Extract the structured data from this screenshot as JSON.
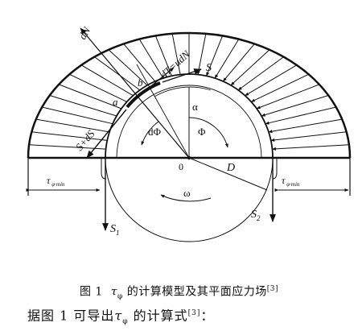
{
  "labels": {
    "dN": "dN",
    "b": "b",
    "dT": "dT=udN",
    "S": "S",
    "a": "a",
    "alpha": "α",
    "SdS": "S+dS",
    "dphi": "dΦ",
    "phi": "Φ",
    "O": "0",
    "D": "D",
    "tau_left": "τ",
    "tau_left_sub": "φ·min",
    "tau_right": "τ",
    "tau_right_sub": "φ·min",
    "omega": "ω",
    "S1": "S",
    "S1_sub": "1",
    "S2": "S",
    "S2_sub": "2"
  },
  "caption": {
    "fig": "图 1",
    "tau": "τ",
    "tau_sub": "φ",
    "text": " 的计算模型及其平面应力场",
    "ref": "[3]"
  },
  "body_line": {
    "prefix": "据图 1 可导出",
    "tau": "τ",
    "tau_sub": "φ",
    "middle": " 的计算式",
    "ref": "[3]",
    "suffix": "："
  }
}
